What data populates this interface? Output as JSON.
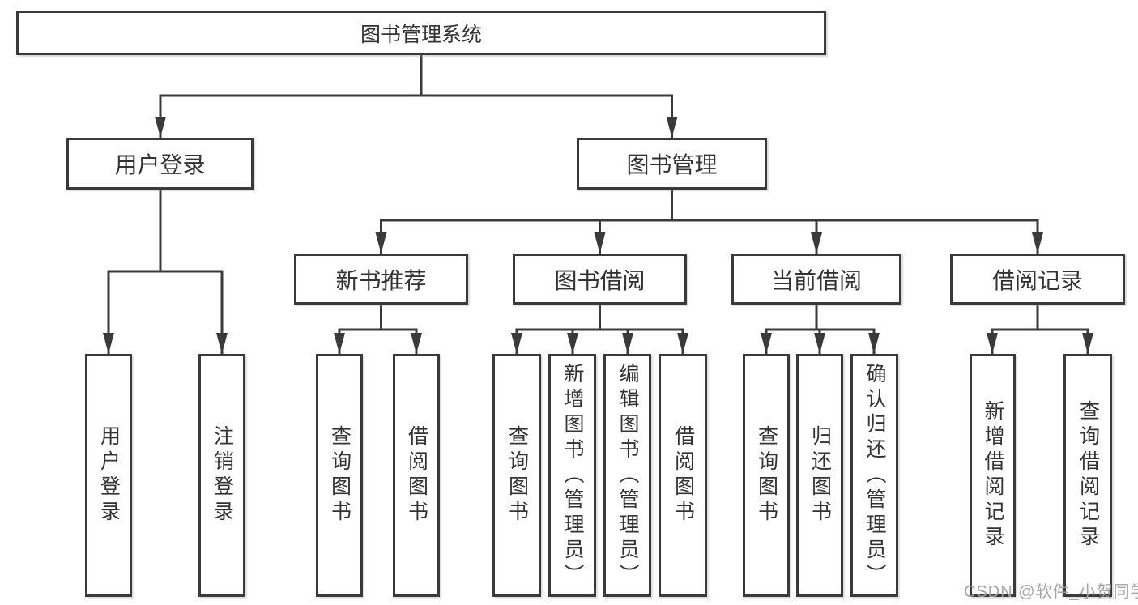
{
  "tree": {
    "root": "图书管理系统",
    "user_login": {
      "label": "用户登录",
      "leaves": [
        "用户登录",
        "注销登录"
      ]
    },
    "book_mgmt": {
      "label": "图书管理",
      "children": [
        {
          "label": "新书推荐",
          "leaves": [
            "查询图书",
            "借阅图书"
          ]
        },
        {
          "label": "图书借阅",
          "leaves": [
            "查询图书",
            "新增图书（管理员）",
            "编辑图书（管理员）",
            "借阅图书"
          ]
        },
        {
          "label": "当前借阅",
          "leaves": [
            "查询图书",
            "归还图书",
            "确认归还（管理员）"
          ]
        },
        {
          "label": "借阅记录",
          "leaves": [
            "新增借阅记录",
            "查询借阅记录"
          ]
        }
      ]
    }
  },
  "watermark": "CSDN @软件_小贺同学",
  "colors": {
    "line": "#3a3a3a",
    "box_border": "#3a3a3a",
    "text": "#333333",
    "watermark": "#9aa0a8",
    "background": "#ffffff"
  }
}
